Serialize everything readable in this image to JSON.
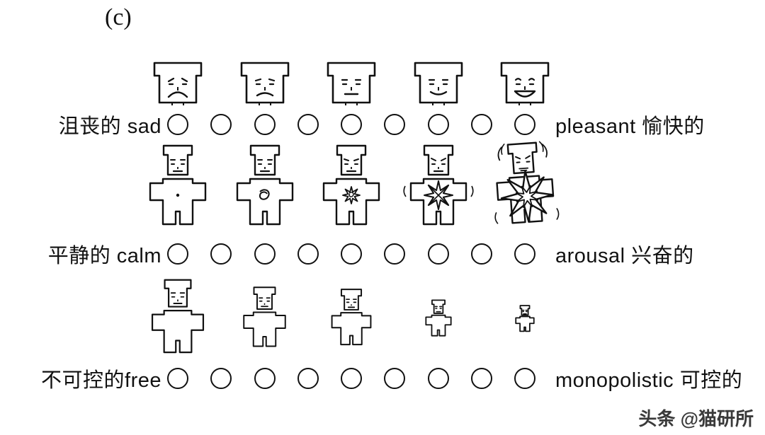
{
  "panel_label": "(c)",
  "scale_rows": [
    {
      "id": "valence",
      "left_label": "沮丧的 sad",
      "right_label": "pleasant 愉快的",
      "num_options": 9,
      "figures": [
        "very-sad-face",
        "sad-face",
        "neutral-face",
        "slight-smile-face",
        "happy-face"
      ]
    },
    {
      "id": "arousal",
      "left_label": "平静的 calm",
      "right_label": "arousal  兴奋的",
      "num_options": 9,
      "figures": [
        "calm-body",
        "slight-arousal-body",
        "mild-arousal-body",
        "high-arousal-body",
        "extreme-arousal-body"
      ]
    },
    {
      "id": "dominance",
      "left_label": "不可控的free",
      "right_label": "monopolistic 可控的",
      "num_options": 9,
      "figures": [
        "largest-figure",
        "large-figure",
        "medium-figure",
        "small-figure",
        "smallest-figure"
      ]
    }
  ],
  "watermark": "头条 @猫研所",
  "colors": {
    "ink": "#111111",
    "background": "#ffffff",
    "watermark": "#3a3a3a"
  }
}
